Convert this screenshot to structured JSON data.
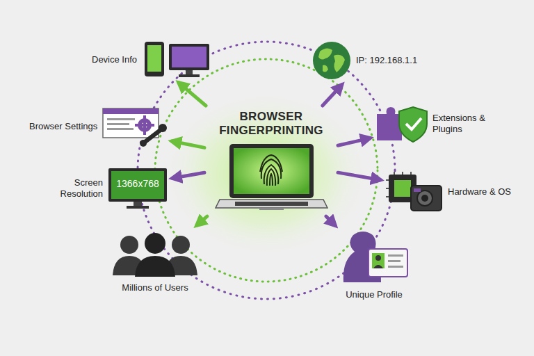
{
  "diagram": {
    "nodes": [
      {
        "text": [
          "BROWSER FINGERPRINTING"
        ]
      },
      {
        "text": [
          "Device Info"
        ]
      },
      {
        "text": [
          "IP: 192.168.1.1"
        ]
      },
      {
        "text": [
          "Browser Settings"
        ]
      },
      {
        "text": [
          "Extensions & Plugins"
        ]
      },
      {
        "text": [
          "Screen Resolution",
          "1366x768"
        ]
      },
      {
        "text": [
          "Hardware & OS"
        ]
      },
      {
        "text": [
          "Millions of Users"
        ]
      },
      {
        "text": [
          "Unique Profile"
        ]
      }
    ],
    "edges": [
      {
        "from": 0,
        "to": 1,
        "arrow": "to"
      },
      {
        "from": 0,
        "to": 2,
        "arrow": "to"
      },
      {
        "from": 0,
        "to": 3,
        "arrow": "to"
      },
      {
        "from": 0,
        "to": 4,
        "arrow": "to"
      },
      {
        "from": 0,
        "to": 5,
        "arrow": "to"
      },
      {
        "from": 0,
        "to": 6,
        "arrow": "to"
      },
      {
        "from": 0,
        "to": 7,
        "arrow": "to"
      },
      {
        "from": 0,
        "to": 8,
        "arrow": "to"
      }
    ]
  }
}
